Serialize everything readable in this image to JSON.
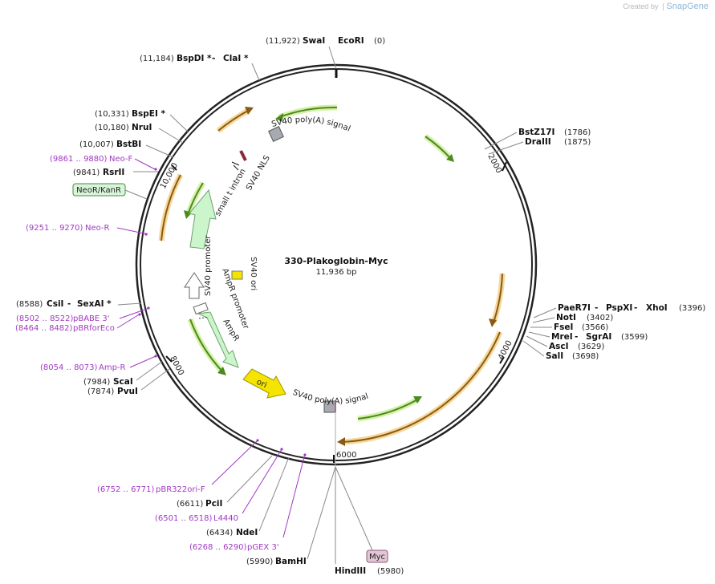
{
  "credit": {
    "prefix": "Created by",
    "brand": "SnapGene"
  },
  "map": {
    "name": "330-Plakoglobin-Myc",
    "size_label": "11,936 bp",
    "total_bp": 11936,
    "ticks": [
      "2000",
      "4000",
      "6000",
      "8000",
      "10,000"
    ]
  },
  "sites": [
    {
      "name": "SwaI",
      "coord": "(11,922)"
    },
    {
      "name": "EcoRI",
      "coord": "(0)"
    },
    {
      "name": "BspDI *",
      "sep": " - ",
      "name2": "ClaI *",
      "coord": "(11,184)"
    },
    {
      "name": "BstZ17I",
      "coord": "(1786)"
    },
    {
      "name": "DraIII",
      "coord": "(1875)"
    },
    {
      "name": "BspEI *",
      "coord": "(10,331)"
    },
    {
      "name": "NruI",
      "coord": "(10,180)"
    },
    {
      "name": "BstBI",
      "coord": "(10,007)"
    },
    {
      "name": "RsrII",
      "coord": "(9841)"
    },
    {
      "name": "CsiI",
      "sep": " - ",
      "name2": "SexAI *",
      "coord": "(8588)"
    },
    {
      "name": "PaeR7I",
      "sep": " - ",
      "name2": "PspXI",
      "sep2": " - ",
      "name3": "XhoI",
      "coord": "(3396)"
    },
    {
      "name": "NotI",
      "coord": "(3402)"
    },
    {
      "name": "FseI",
      "coord": "(3566)"
    },
    {
      "name": "MreI",
      "sep": " - ",
      "name2": "SgrAI",
      "coord": "(3599)"
    },
    {
      "name": "AscI",
      "coord": "(3629)"
    },
    {
      "name": "SalI",
      "coord": "(3698)"
    },
    {
      "name": "ScaI",
      "coord": "(7984)"
    },
    {
      "name": "PvuI",
      "coord": "(7874)"
    },
    {
      "name": "PciI",
      "coord": "(6611)"
    },
    {
      "name": "NdeI",
      "coord": "(6434)"
    },
    {
      "name": "BamHI",
      "coord": "(5990)"
    },
    {
      "name": "HindIII",
      "coord": "(5980)"
    }
  ],
  "primers": [
    {
      "name": "Neo-F",
      "coord": "(9861 .. 9880)"
    },
    {
      "name": "Neo-R",
      "coord": "(9251 .. 9270)"
    },
    {
      "name": "pBABE 3'",
      "coord": "(8502 .. 8522)"
    },
    {
      "name": "pBRforEco",
      "coord": "(8464 .. 8482)"
    },
    {
      "name": "Amp-R",
      "coord": "(8054 .. 8073)"
    },
    {
      "name": "pBR322ori-F",
      "coord": "(6752 .. 6771)"
    },
    {
      "name": "L4440",
      "coord": "(6501 .. 6518)"
    },
    {
      "name": "pGEX 3'",
      "coord": "(6268 .. 6290)"
    }
  ],
  "features": {
    "sv40_polya_top": "SV40 poly(A) signal",
    "sv40_nls": "SV40 NLS",
    "small_t_intron": "small t intron",
    "sv40_promoter": "SV40 promoter",
    "sv40_ori": "SV40 ori",
    "ampr_promoter": "AmpR promoter",
    "ampr": "AmpR",
    "ori": "ori",
    "sv40_polya_bottom": "SV40 poly(A) signal",
    "neor_kanr": "NeoR/KanR",
    "myc": "Myc"
  },
  "colors": {
    "backbone": "#222222",
    "orf_green": "#4a8a1e",
    "orf_green_glow": "#d6f0a8",
    "orf_orange": "#8a5a14",
    "orf_orange_glow": "#f6d89a",
    "primer": "#a03ac2",
    "promoter_fill": "#ccf5cc",
    "ori_fill": "#f5e400",
    "polya_fill": "#a7aab0",
    "neor_box": "#d8f5d8",
    "myc_box": "#e2c6d6"
  }
}
